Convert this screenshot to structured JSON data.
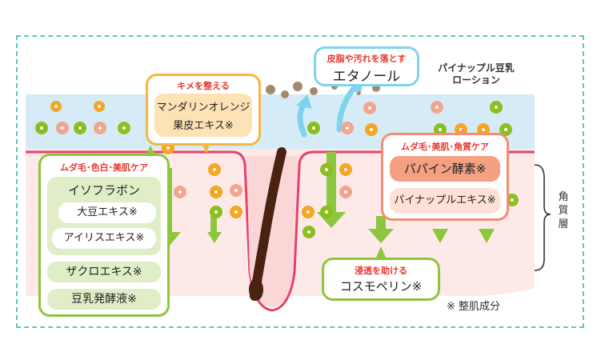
{
  "colors": {
    "frame": "#5cc7c2",
    "skin": "#fde9e8",
    "surface_band": "#d5ecf8",
    "follicle": "#e4426a",
    "hair": "#4a2212",
    "orange_dot": "#f5a623",
    "green_dot": "#8bbf1f",
    "salmon_dot": "#f2a58e",
    "arrow_green": "#8dc63f",
    "callout_yellow": "#f6b63f",
    "callout_green": "#8dc63f",
    "callout_salmon": "#f08f73",
    "title_red": "#e8382f"
  },
  "labels": {
    "pineapple_lotion": "パイナップル豆乳\nローション",
    "stratum_corneum": "角\n質\n層",
    "footnote": "※ 整肌成分"
  },
  "callouts": {
    "kime": {
      "title": "キメを整える",
      "items": [
        "マンダリンオレンジ",
        "果皮エキス※"
      ]
    },
    "ethanol": {
      "title": "皮脂や汚れを落とす",
      "item": "エタノール"
    },
    "left_group": {
      "title": "ムダ毛･色白･美肌ケア",
      "isoflavone": "イソフラボン",
      "daizu": "大豆エキス※",
      "iris": "アイリスエキス※",
      "zakuro": "ザクロエキス※",
      "tonyu": "豆乳発酵液※"
    },
    "right_group": {
      "title": "ムダ毛･美肌･角質ケア",
      "papain": "パパイン酵素※",
      "pineapple": "パイナップルエキス※"
    },
    "cosmo": {
      "title": "浸透を助ける",
      "item": "コスモペリン※"
    }
  }
}
